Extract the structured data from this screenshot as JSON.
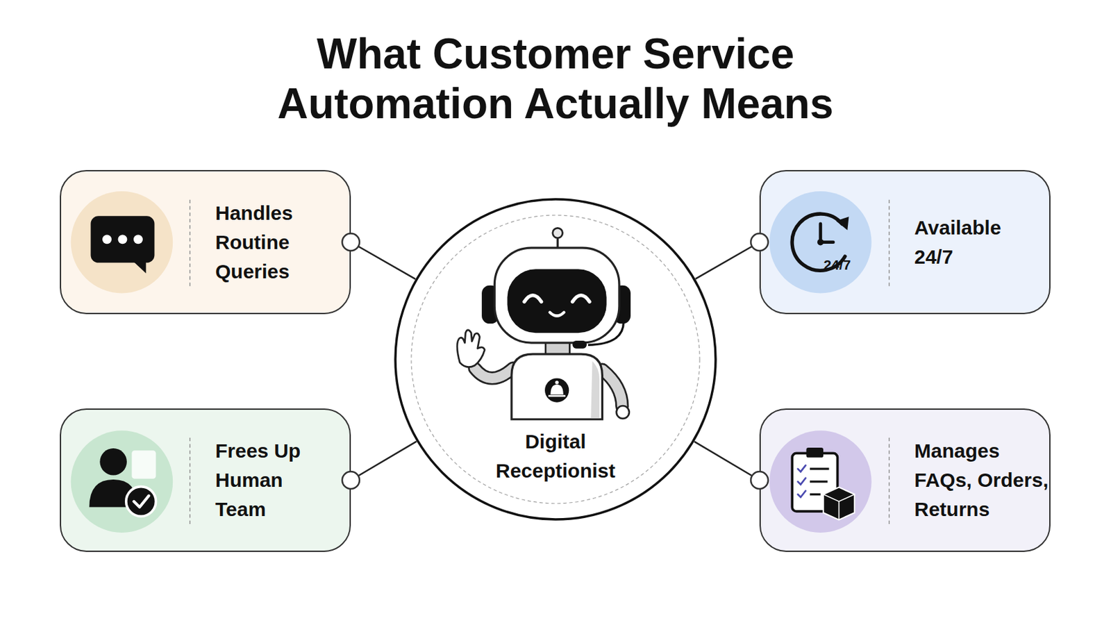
{
  "diagram": {
    "title": "What Customer Service Automation Actually Means",
    "nodes": [
      {
        "text": [
          "Handles Routine Queries"
        ]
      },
      {
        "text": [
          "Available 24/7"
        ]
      },
      {
        "text": [
          "Digital Receptionist"
        ]
      },
      {
        "text": [
          "Frees Up Human Team"
        ]
      },
      {
        "text": [
          "Manages FAQs, Orders, Returns"
        ]
      }
    ],
    "edges": [
      {
        "from": 0,
        "to": 2,
        "arrow": "none"
      },
      {
        "from": 1,
        "to": 2,
        "arrow": "none"
      },
      {
        "from": 3,
        "to": 2,
        "arrow": "none"
      },
      {
        "from": 4,
        "to": 2,
        "arrow": "none"
      }
    ],
    "labels": [
      "24/7"
    ]
  }
}
